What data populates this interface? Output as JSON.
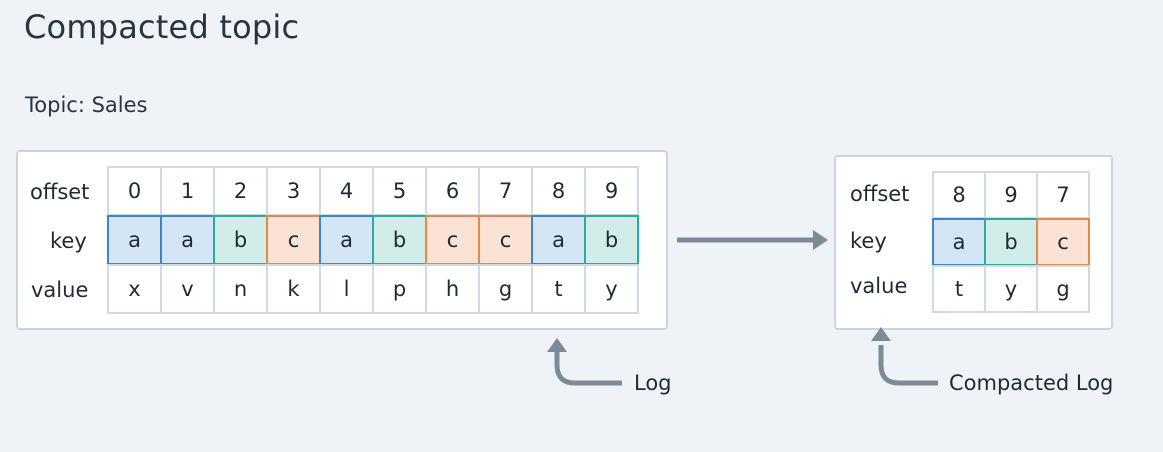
{
  "title": "Compacted topic",
  "subtitle": "Topic: Sales",
  "row_labels": {
    "offset": "offset",
    "key": "key",
    "value": "value"
  },
  "log": {
    "caption": "Log",
    "records": [
      {
        "offset": "0",
        "key": "a",
        "value": "x"
      },
      {
        "offset": "1",
        "key": "a",
        "value": "v"
      },
      {
        "offset": "2",
        "key": "b",
        "value": "n"
      },
      {
        "offset": "3",
        "key": "c",
        "value": "k"
      },
      {
        "offset": "4",
        "key": "a",
        "value": "l"
      },
      {
        "offset": "5",
        "key": "b",
        "value": "p"
      },
      {
        "offset": "6",
        "key": "c",
        "value": "h"
      },
      {
        "offset": "7",
        "key": "c",
        "value": "g"
      },
      {
        "offset": "8",
        "key": "a",
        "value": "t"
      },
      {
        "offset": "9",
        "key": "b",
        "value": "y"
      }
    ]
  },
  "compacted_log": {
    "caption": "Compacted Log",
    "records": [
      {
        "offset": "8",
        "key": "a",
        "value": "t"
      },
      {
        "offset": "9",
        "key": "b",
        "value": "y"
      },
      {
        "offset": "7",
        "key": "c",
        "value": "g"
      }
    ]
  },
  "key_colors": {
    "a": {
      "fill": "#d4e6f6",
      "border": "#3a86c8"
    },
    "b": {
      "fill": "#d2ece9",
      "border": "#2aab9b"
    },
    "c": {
      "fill": "#fae3d4",
      "border": "#e38a4a"
    }
  },
  "arrow_color": "#7d8a97"
}
